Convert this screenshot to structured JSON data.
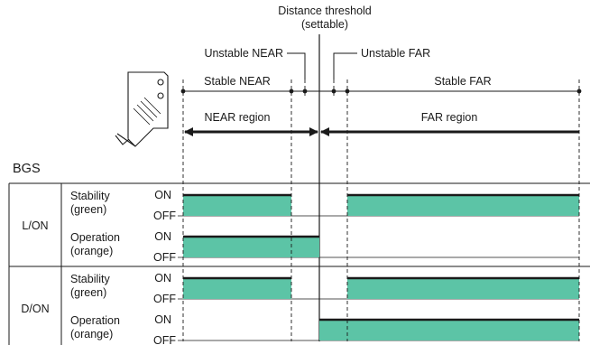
{
  "header": {
    "threshold_line1": "Distance threshold",
    "threshold_line2": "(settable)",
    "unstable_near": "Unstable NEAR",
    "unstable_far": "Unstable FAR",
    "stable_near": "Stable NEAR",
    "stable_far": "Stable FAR",
    "near_region": "NEAR region",
    "far_region": "FAR region"
  },
  "section_title": "BGS",
  "colors": {
    "signal_fill": "#5cc4a6",
    "line": "#1a1a1a"
  },
  "groups": [
    {
      "label": "L/ON",
      "rows": [
        {
          "name_line1": "Stability",
          "name_line2": "(green)",
          "on": "ON",
          "off": "OFF",
          "on_segments": [
            "stable-near",
            "stable-far"
          ]
        },
        {
          "name_line1": "Operation",
          "name_line2": "(orange)",
          "on": "ON",
          "off": "OFF",
          "on_segments": [
            "near-region"
          ]
        }
      ]
    },
    {
      "label": "D/ON",
      "rows": [
        {
          "name_line1": "Stability",
          "name_line2": "(green)",
          "on": "ON",
          "off": "OFF",
          "on_segments": [
            "stable-near",
            "stable-far"
          ]
        },
        {
          "name_line1": "Operation",
          "name_line2": "(orange)",
          "on": "ON",
          "off": "OFF",
          "on_segments": [
            "far-region"
          ]
        }
      ]
    }
  ]
}
